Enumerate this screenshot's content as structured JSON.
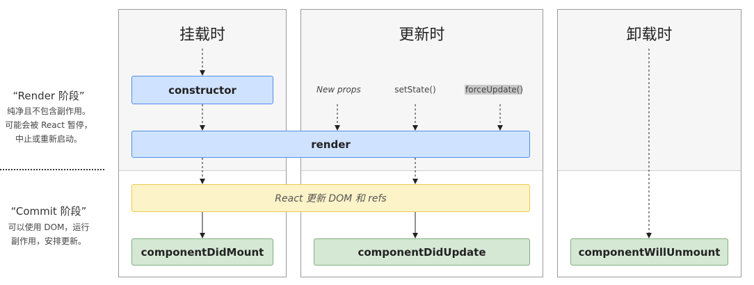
{
  "phases": {
    "render": {
      "title": "“Render 阶段”",
      "description": [
        "纯净且不包含副作用。",
        "可能会被 React 暂停，",
        "中止或重新启动。"
      ]
    },
    "commit": {
      "title": "“Commit 阶段”",
      "description": [
        "可以使用 DOM，运行",
        "副作用，安排更新。"
      ]
    }
  },
  "columns": {
    "mounting": {
      "title": "挂载时"
    },
    "updating": {
      "title": "更新时"
    },
    "unmounting": {
      "title": "卸载时"
    }
  },
  "nodes": {
    "constructor": "constructor",
    "render": "render",
    "dom_update": "React 更新 DOM 和 refs",
    "did_mount": "componentDidMount",
    "did_update": "componentDidUpdate",
    "will_unmount": "componentWillUnmount"
  },
  "triggers": {
    "new_props": "New props",
    "set_state": "setState()",
    "force_update": "forceUpdate()"
  },
  "colors": {
    "lifecycle_box": "#cfe2ff",
    "react_box": "#fdf3c8",
    "commit_box": "#d5e8d4",
    "render_phase_bg": "#f6f6f6"
  }
}
